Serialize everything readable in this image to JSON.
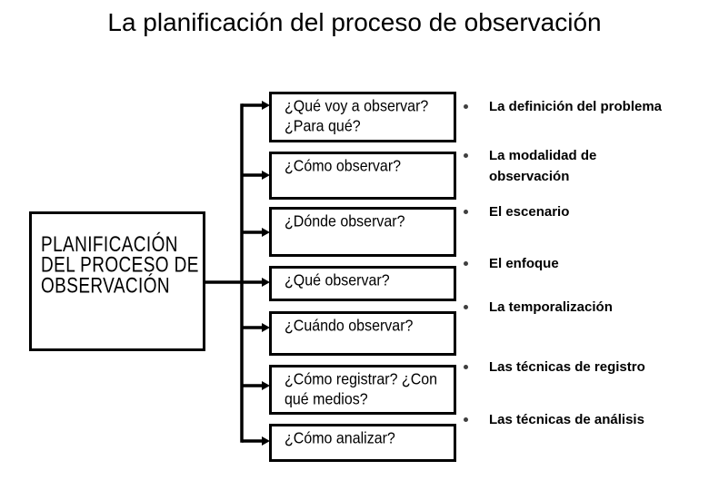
{
  "title": "La planificación del proceso de observación",
  "left_box": {
    "label": "PLANIFICACIÓN\nDEL PROCESO DE\nOBSERVACIÓN"
  },
  "flow_boxes": [
    {
      "label": "¿Qué voy a observar?\n¿Para qué?"
    },
    {
      "label": "¿Cómo observar?"
    },
    {
      "label": "¿Dónde observar?"
    },
    {
      "label": "¿Qué observar?"
    },
    {
      "label": "¿Cuándo observar?"
    },
    {
      "label": "¿Cómo registrar? ¿Con\nqué medios?"
    },
    {
      "label": "¿Cómo analizar?"
    }
  ],
  "bullets": [
    "La definición del problema",
    "La modalidad de\nobservación",
    "El escenario",
    "El enfoque",
    "La temporalización",
    "Las técnicas de registro",
    "Las técnicas de análisis"
  ],
  "colors": {
    "background": "#ffffff",
    "line": "#000000",
    "text": "#000000",
    "bullet_dot": "#3f3f3f"
  }
}
